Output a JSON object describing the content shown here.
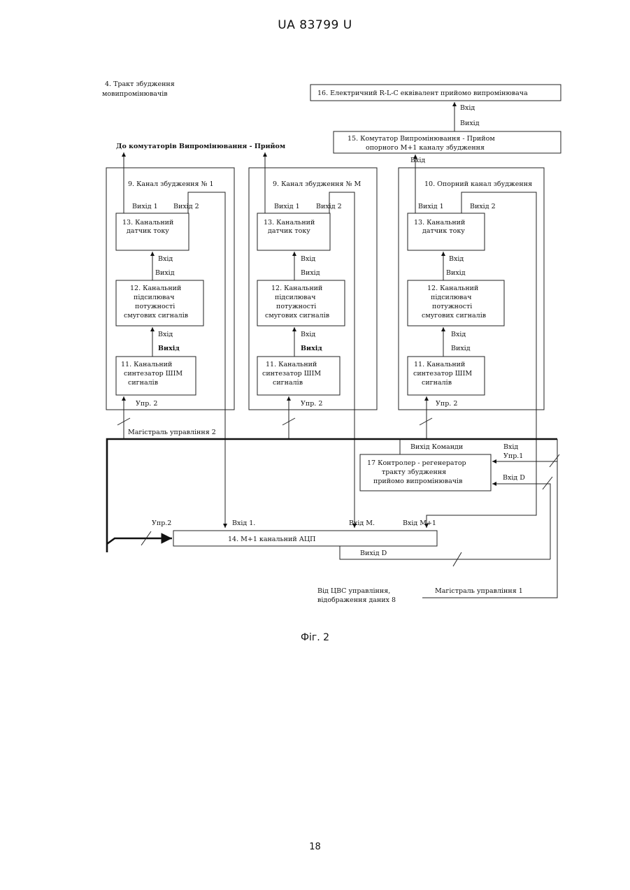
{
  "header": {
    "text": "UA 83799 U"
  },
  "figure": {
    "caption": "Фіг. 2"
  },
  "page": {
    "number": "18"
  },
  "diagram": {
    "top_label_left": [
      "4. Тракт збудження",
      "мовипромінювачів"
    ],
    "rlc_box": "16. Електричний R-L-C еквівалент прийомо випромінювача",
    "to_commutators": "До комутаторів Випромінювання - Прийом",
    "switch_box": [
      "15. Комутатор Випромінювання - Прийом",
      "опорного М+1 каналу збудження"
    ],
    "channels": [
      {
        "title": "9. Канал збудження № 1",
        "sensor": [
          "13. Канальний",
          "датчик току"
        ],
        "amplifier": [
          "12. Канальний",
          "підсилювач",
          "потужності",
          "смугових сигналів"
        ],
        "synth": [
          "11. Канальний",
          "синтезатор ШІМ",
          "сигналів"
        ]
      },
      {
        "title": "9. Канал збудження № М",
        "sensor": [
          "13. Канальний",
          "датчик току"
        ],
        "amplifier": [
          "12. Канальний",
          "підсилювач",
          "потужності",
          "смугових сигналів"
        ],
        "synth": [
          "11. Канальний",
          "синтезатор ШІМ",
          "сигналів"
        ]
      },
      {
        "title": "10. Опорний канал збудження",
        "sensor": [
          "13. Канальний",
          "датчик току"
        ],
        "amplifier": [
          "12. Канальний",
          "підсилювач",
          "потужності",
          "смугових сигналів"
        ],
        "synth": [
          "11. Канальний",
          "синтезатор ШІМ",
          "сигналів"
        ]
      }
    ],
    "labels": {
      "output_1": "Вихід 1",
      "output_2": "Вихід 2",
      "input": "Вхід",
      "output": "Вихід",
      "control_2": "Упр. 2",
      "control_2b": "Упр.2",
      "control_1": "Упр.1",
      "input_d": "Вхід D",
      "output_d": "Вихід D",
      "command_output": "Вихід Команди",
      "input_1": "Вхід 1.",
      "input_m": "Вхід М.",
      "input_m1": "Вхід М+1"
    },
    "bus_2": "Магістраль управління 2",
    "bus_1": "Магістраль управління 1",
    "controller_box": [
      "17 Контролер - регенератор",
      "тракту збудження",
      "прийомо випромінювачів"
    ],
    "adc_box": "14. М+1 канальний АЦП",
    "dsp_label": [
      "Від ЦВС управління,",
      "відображення даних 8"
    ]
  }
}
